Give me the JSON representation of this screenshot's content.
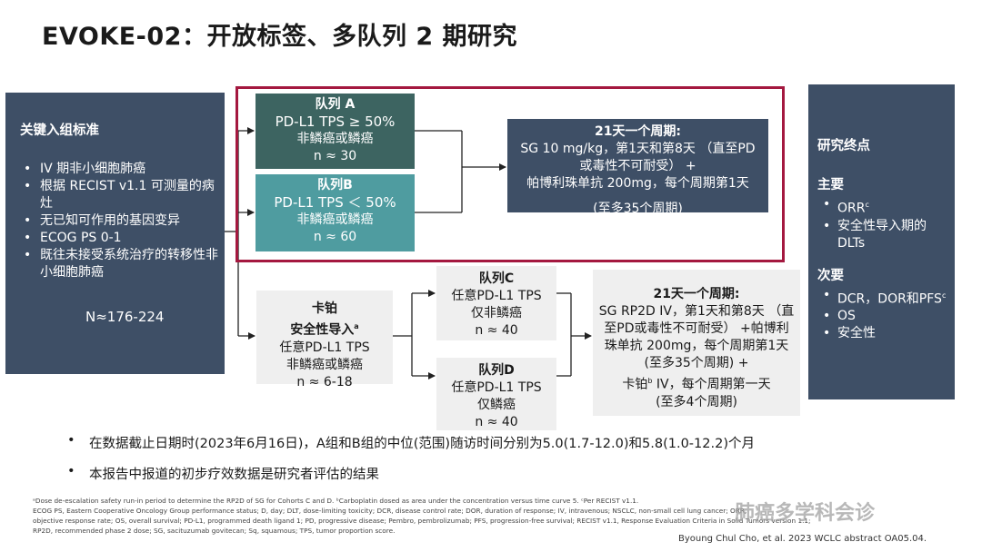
{
  "title": "EVOKE-02：开放标签、多队列 2 期研究",
  "criteria": {
    "header": "关键入组标准",
    "items": [
      "IV 期非小细胞肺癌",
      "根据 RECIST v1.1 可测量的病灶",
      "无已知可作用的基因变异",
      "ECOG PS 0-1",
      "既往未接受系统治疗的转移性非小细胞肺癌"
    ],
    "n": "N≈176-224"
  },
  "cohort_a": {
    "head": "队列 A",
    "tps": "PD-L1 TPS ≥ 50%",
    "histology": "非鳞癌或鳞癌",
    "n": "n ≈ 30"
  },
  "cohort_b": {
    "head": "队列B",
    "tps": "PD-L1 TPS ＜ 50%",
    "histology": "非鳞癌或鳞癌",
    "n": "n ≈ 60"
  },
  "cycle_top": {
    "head": "21天一个周期:",
    "line1": "SG 10 mg/kg，第1天和第8天 （直至PD",
    "line2": "或毒性不可耐受） +",
    "line3": "帕博利珠单抗 200mg，每个周期第1天",
    "line4": "(至多35个周期)"
  },
  "carbo": {
    "line1": "卡铂",
    "line2": "安全性导入",
    "sup": "a",
    "line3": "任意PD-L1 TPS",
    "line4": "非鳞癌或鳞癌",
    "line5": "n ≈ 6-18"
  },
  "cohort_c": {
    "head": "队列C",
    "tps": "任意PD-L1 TPS",
    "histology": "仅非鳞癌",
    "n": "n ≈ 40"
  },
  "cohort_d": {
    "head": "队列D",
    "tps": "任意PD-L1 TPS",
    "histology": "仅鳞癌",
    "n": "n ≈ 40"
  },
  "cycle_bot": {
    "head": "21天一个周期:",
    "line1": "SG RP2D IV，第1天和第8天 （直",
    "line2": "至PD或毒性不可耐受） +帕博利",
    "line3": "珠单抗 200mg，每个周期第1天",
    "line4": "(至多35个周期)    +",
    "line5a": "卡铂",
    "line5sup": "b",
    "line5b": " IV，每个周期第一天",
    "line6": "(至多4个周期)"
  },
  "endpoints": {
    "header": "研究终点",
    "primary_head": "主要",
    "primary": [
      {
        "text": "ORR",
        "sup": "c"
      },
      {
        "text": "安全性导入期的DLTs",
        "sup": ""
      }
    ],
    "secondary_head": "次要",
    "secondary": [
      {
        "text": "DCR，DOR和PFS",
        "sup": "c"
      },
      {
        "text": "OS",
        "sup": ""
      },
      {
        "text": "安全性",
        "sup": ""
      }
    ]
  },
  "bullets": [
    "在数据截止日期时(2023年6月16日)，A组和B组的中位(范围)随访时间分别为5.0(1.7-12.0)和5.8(1.0-12.2)个月",
    "本报告中报道的初步疗效数据是研究者评估的结果"
  ],
  "footnotes": [
    "ᵃDose de-escalation safety run-in period to determine the RP2D of SG for Cohorts C and D.  ᵇCarboplatin dosed as area under the concentration versus time curve 5.  ᶜPer RECIST v1.1.",
    "ECOG PS, Eastern Cooperative Oncology Group performance status; D, day; DLT, dose-limiting toxicity; DCR, disease control rate; DOR, duration of response; IV, intravenous; NSCLC, non-small cell lung cancer; ORR,",
    "objective response rate; OS, overall survival; PD-L1, programmed death ligand 1; PD, progressive disease; Pembro, pembrolizumab; PFS, progression-free survival; RECIST v1.1, Response Evaluation Criteria in Solid Tumors version 1.1;",
    "RP2D, recommended phase 2 dose; SG, sacituzumab govitecan; Sq, squamous; TPS, tumor proportion score."
  ],
  "citation": "Byoung Chul Cho, et al. 2023 WCLC abstract OA05.04.",
  "watermark": "肺癌多学科会诊",
  "colors": {
    "navy": "#3e4f66",
    "teal_dark": "#3d6461",
    "teal": "#4f9ca0",
    "frame": "#a4183f",
    "grey": "#efefef"
  }
}
